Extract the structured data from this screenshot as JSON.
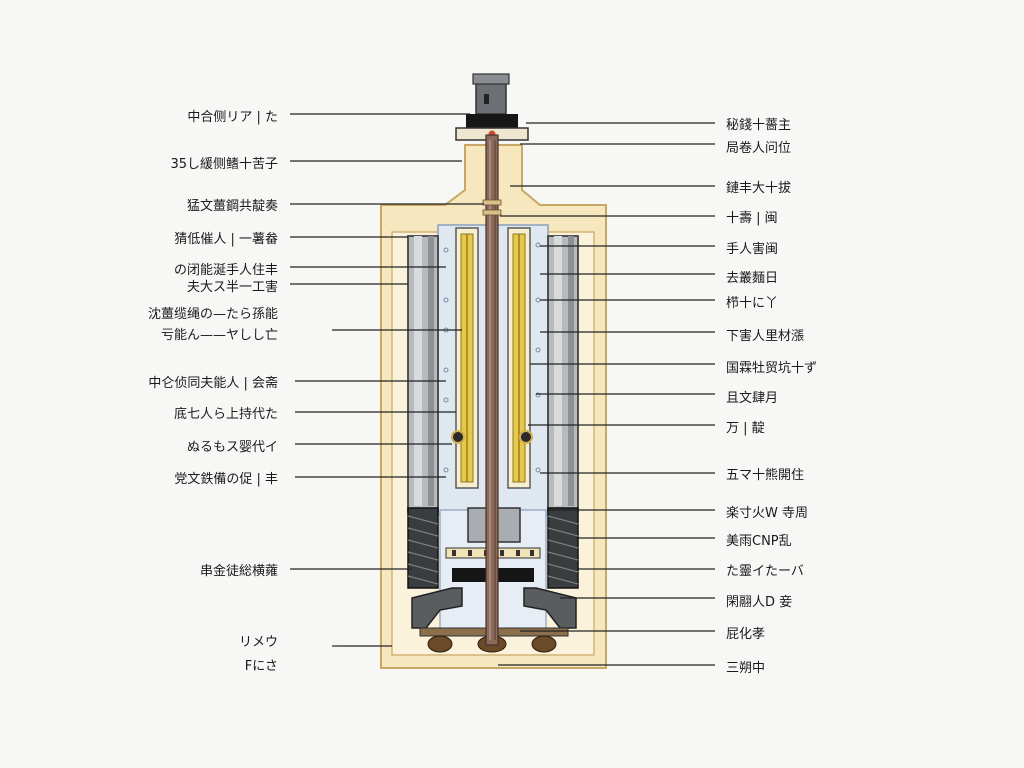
{
  "colors": {
    "background": "#f7f8f6",
    "housing": "#f7e7bf",
    "housing_outline": "#c9a764",
    "inner_chamber": "#dfe7f1",
    "rod": "#8a6a5a",
    "heater_element": "#e8c84a",
    "dark_metal": "#3a3d3f",
    "leader_line": "#222222"
  },
  "labels_left": [
    "中合侧リア | た",
    "35し緩侧鳍十苦子",
    "猛文薑鋼共靛奏",
    "猜低催人 | 一薯畚",
    "の闭能涎手人住丰",
    "夫大ス半一工害",
    "沈薑缆绳の—たら孫能",
    "亏能ん——ヤしし亡",
    "中仑侦同夫能人 | 会斋",
    "底七人ら上持代た",
    "ぬるもス婴代イ",
    "党文鉄備の促 | 丰",
    "串金徒総横蕹",
    "リメウ",
    "Fにさ"
  ],
  "labels_right": [
    "秘錢十薔主",
    "局卷人问位",
    "鏈丰大十拔",
    "十壽 | 闽",
    "手人害闽",
    "去叢麵日",
    "栉十に丫",
    "下害人里材漲",
    "国霖牡贸坑十ず",
    "且文肆月",
    "万 | 靛",
    "五マ十熊開住",
    "楽寸火W 寺周",
    "美雨CNP乱",
    "た靈イたーバ",
    "閑翮人D 妾",
    "屁化孝",
    "三朔中"
  ]
}
